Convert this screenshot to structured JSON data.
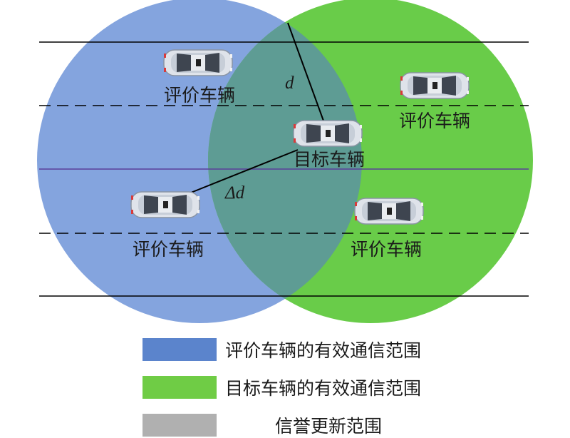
{
  "labels": {
    "eval_car": "评价车辆",
    "target_car": "目标车辆",
    "distance": "d",
    "delta_distance": "Δd"
  },
  "legend": [
    {
      "text": "评价车辆的有效通信范围",
      "color": "#5b84cc"
    },
    {
      "text": "目标车辆的有效通信范围",
      "color": "#6fcc45"
    },
    {
      "text": "信誉更新范围",
      "color": "#b0b0b0"
    }
  ],
  "colors": {
    "eval_range": "#6f94d8",
    "target_range": "#5cc83a",
    "overlap": "#5e9c94",
    "lane_solid": "#000000",
    "lane_center": "#5a3e9a"
  }
}
